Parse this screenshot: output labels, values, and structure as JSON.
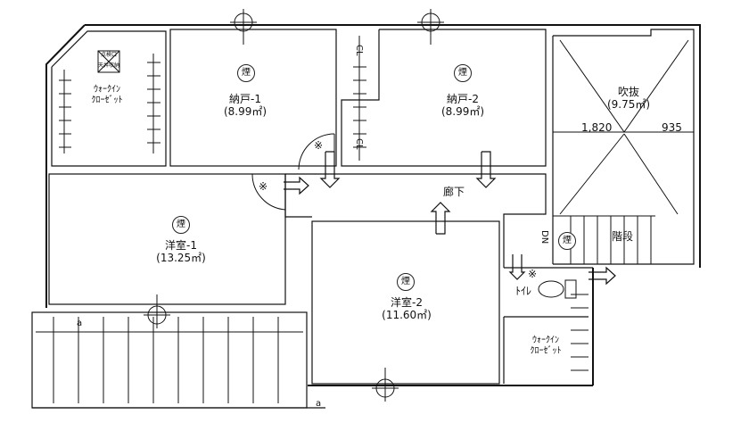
{
  "rooms": {
    "closet1": {
      "line1": "ｳｫｰｸｲﾝ",
      "line2": "ｸﾛｰｾﾞｯﾄ"
    },
    "nando1": {
      "name": "納戸-1",
      "area": "(8.99㎡)"
    },
    "nando2": {
      "name": "納戸-2",
      "area": "(8.99㎡)"
    },
    "fukinuke": {
      "name": "吹抜",
      "area": "(9.75㎡)"
    },
    "youshitsu1": {
      "name": "洋室-1",
      "area": "(13.25㎡)"
    },
    "youshitsu2": {
      "name": "洋室-2",
      "area": "(11.60㎡)"
    },
    "rouka": {
      "name": "廊下"
    },
    "kaidan": {
      "name": "階段"
    },
    "toilet": {
      "name": "ﾄｲﾚ"
    },
    "closet2": {
      "line1": "ｳｫｰｸｲﾝ",
      "line2": "ｸﾛｰｾﾞｯﾄ"
    }
  },
  "marks": {
    "smoke": "煙",
    "cl": "CL",
    "note": "※",
    "dn": "DN",
    "balcony_a": "a"
  },
  "dimensions": {
    "d1": "1,820",
    "d2": "935"
  },
  "hatch_box": {
    "line1": "点検口",
    "line2": "天井収納"
  },
  "colors": {
    "line": "#111111",
    "background": "#ffffff"
  }
}
